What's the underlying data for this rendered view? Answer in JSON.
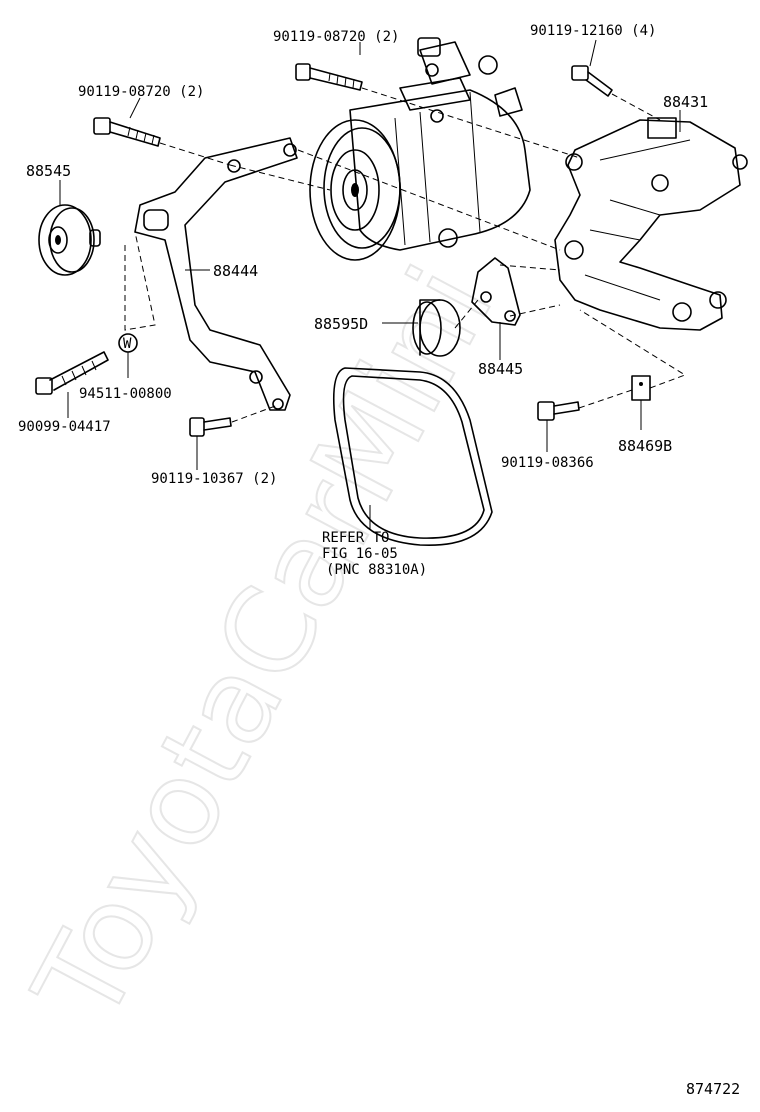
{
  "watermark": "ToyotaCarMini",
  "figure_number": "874722",
  "labels": {
    "bolt_top_center": "90119-08720 (2)",
    "bolt_top_right": "90119-12160 (4)",
    "bolt_top_left": "90119-08720 (2)",
    "bracket_main": "88431",
    "idler_pulley": "88545",
    "bracket_adjust": "88444",
    "spacer": "88595D",
    "bracket_small": "88445",
    "washer": "94511-00800",
    "stud_bolt": "90099-04417",
    "bolt_bottom_left": "90119-10367 (2)",
    "bolt_bottom_right": "90119-08366",
    "nut": "88469B",
    "belt_refer_1": "REFER TO",
    "belt_refer_2": "FIG 16-05",
    "belt_refer_3": "(PNC 88310A)",
    "washer_mark": "W"
  }
}
